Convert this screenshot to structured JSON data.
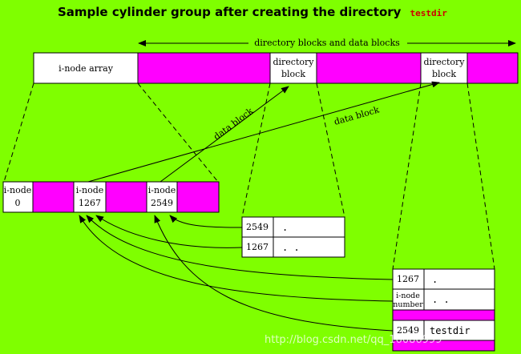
{
  "title": {
    "main": "Sample cylinder group after creating the directory",
    "code": "testdir"
  },
  "colors": {
    "background": "#7FFF00",
    "block_fill": "#FF00FF",
    "box_fill": "#FFFFFF",
    "line": "#000000",
    "title_code": "#CC0000"
  },
  "top_row": {
    "span_label": "directory blocks and data blocks",
    "inode_array": "i-node array",
    "dir_block_1": {
      "line1": "directory",
      "line2": "block"
    },
    "dir_block_2": {
      "line1": "directory",
      "line2": "block"
    }
  },
  "arrow_labels": {
    "data_block_1": "data block",
    "data_block_2": "data block"
  },
  "inode_row": {
    "inode_0": {
      "line1": "i-node",
      "line2": "0"
    },
    "inode_1267": {
      "line1": "i-node",
      "line2": "1267"
    },
    "inode_2549": {
      "line1": "i-node",
      "line2": "2549"
    }
  },
  "dir_table_1": [
    {
      "inode": "2549",
      "name": "."
    },
    {
      "inode": "1267",
      "name": ". ."
    }
  ],
  "dir_table_2": {
    "row1": {
      "inode": "1267",
      "name": "."
    },
    "row2": {
      "inode_line1": "i-node",
      "inode_line2": "number",
      "name": ". ."
    },
    "row3": {
      "inode": "2549",
      "name": "testdir"
    }
  },
  "watermark": "http://blog.csdn.net/qq_16086999"
}
